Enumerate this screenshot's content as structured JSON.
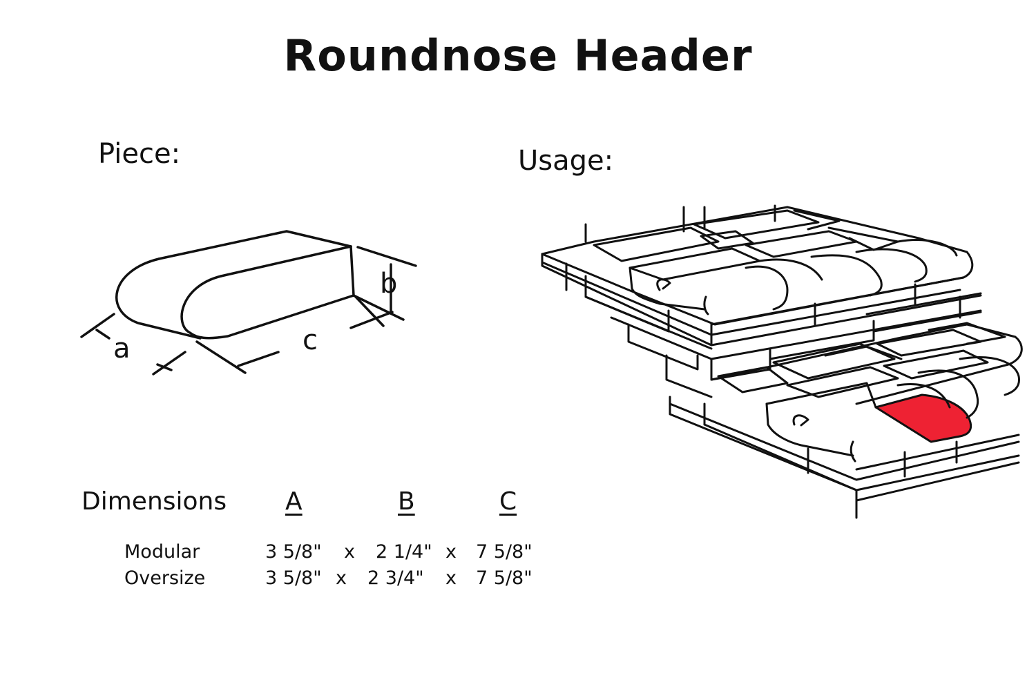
{
  "title": "Roundnose Header",
  "piece_label": "Piece:",
  "usage_label": "Usage:",
  "piece_dim_labels": {
    "a": "a",
    "b": "b",
    "c": "c"
  },
  "dimensions": {
    "heading": "Dimensions",
    "columns": [
      "A",
      "B",
      "C"
    ],
    "rows": [
      {
        "name": "Modular",
        "a": "3 5/8\"",
        "b": "2 1/4\"",
        "c": "7 5/8\"",
        "sep": "x"
      },
      {
        "name": "Oversize",
        "a": "3 5/8\"",
        "b": "2 3/4\"",
        "c": "7 5/8\"",
        "sep": "x"
      }
    ]
  },
  "colors": {
    "highlight": "#ee2233",
    "line": "#111111"
  }
}
